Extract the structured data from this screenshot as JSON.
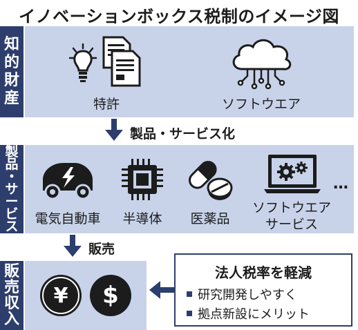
{
  "title": "イノベーションボックス税制のイメージ図",
  "sections": {
    "ip": {
      "side_label": [
        "知",
        "的",
        "財",
        "産"
      ],
      "items": [
        {
          "label": "特許",
          "icon": "patent-icon"
        },
        {
          "label": "ソフトウエア",
          "icon": "cloud-software-icon"
        }
      ]
    },
    "products": {
      "side_label": [
        "製",
        "品",
        "・",
        "サ",
        "ー",
        "ビ",
        "ス"
      ],
      "items": [
        {
          "label": "電気自動車",
          "icon": "electric-car-icon"
        },
        {
          "label": "半導体",
          "icon": "chip-icon"
        },
        {
          "label": "医薬品",
          "icon": "medicine-icon"
        },
        {
          "label": "ソフトウエア",
          "label2": "サービス",
          "icon": "monitor-gears-icon"
        }
      ],
      "more": "…"
    },
    "revenue": {
      "side_label": [
        "販",
        "売",
        "収",
        "入"
      ],
      "coins": [
        "¥",
        "$"
      ]
    }
  },
  "arrows": {
    "to_products": "製品・サービス化",
    "to_revenue": "販売"
  },
  "benefit": {
    "title": "法人税率を軽減",
    "bullets": [
      "研究開発しやすく",
      "拠点新設にメリット"
    ]
  },
  "colors": {
    "navy": "#2d3e6d",
    "panel": "#c8d3ea",
    "icon": "#1c1c1c"
  }
}
